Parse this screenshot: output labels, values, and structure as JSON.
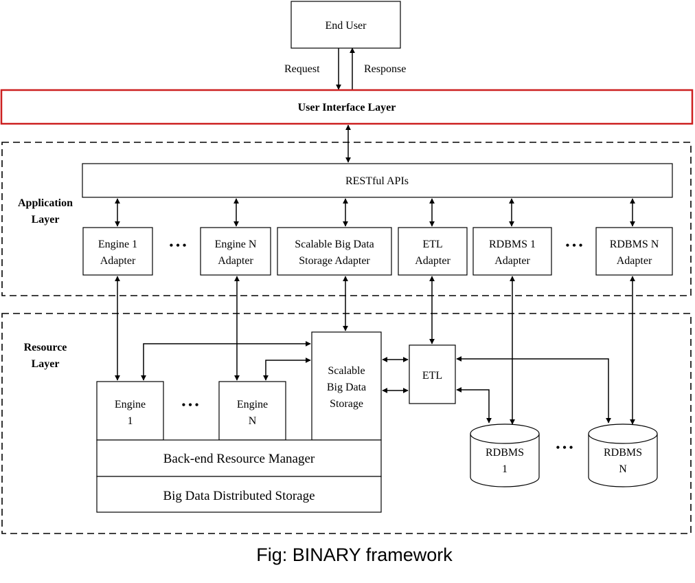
{
  "diagram": {
    "end_user": "End User",
    "request": "Request",
    "response": "Response",
    "ui_layer": "User Interface Layer",
    "application_layer": [
      "Application",
      "Layer"
    ],
    "restful": "RESTful APIs",
    "adapters": {
      "engine1": [
        "Engine 1",
        "Adapter"
      ],
      "engineN": [
        "Engine N",
        "Adapter"
      ],
      "storage": [
        "Scalable Big Data",
        "Storage Adapter"
      ],
      "etl": [
        "ETL",
        "Adapter"
      ],
      "rdbms1": [
        "RDBMS 1",
        "Adapter"
      ],
      "rdbmsN": [
        "RDBMS N",
        "Adapter"
      ]
    },
    "resource_layer": [
      "Resource",
      "Layer"
    ],
    "engine1": [
      "Engine",
      "1"
    ],
    "engineN": [
      "Engine",
      "N"
    ],
    "storage": [
      "Scalable",
      "Big Data",
      "Storage"
    ],
    "etl": "ETL",
    "backend": "Back-end Resource Manager",
    "bigdata": "Big Data Distributed Storage",
    "rdbms1": [
      "RDBMS",
      "1"
    ],
    "rdbmsN": [
      "RDBMS",
      "N"
    ],
    "ellipsis": "• • •"
  },
  "caption": "Fig: BINARY framework",
  "colors": {
    "ui_layer_border": "#cc1f1f"
  }
}
